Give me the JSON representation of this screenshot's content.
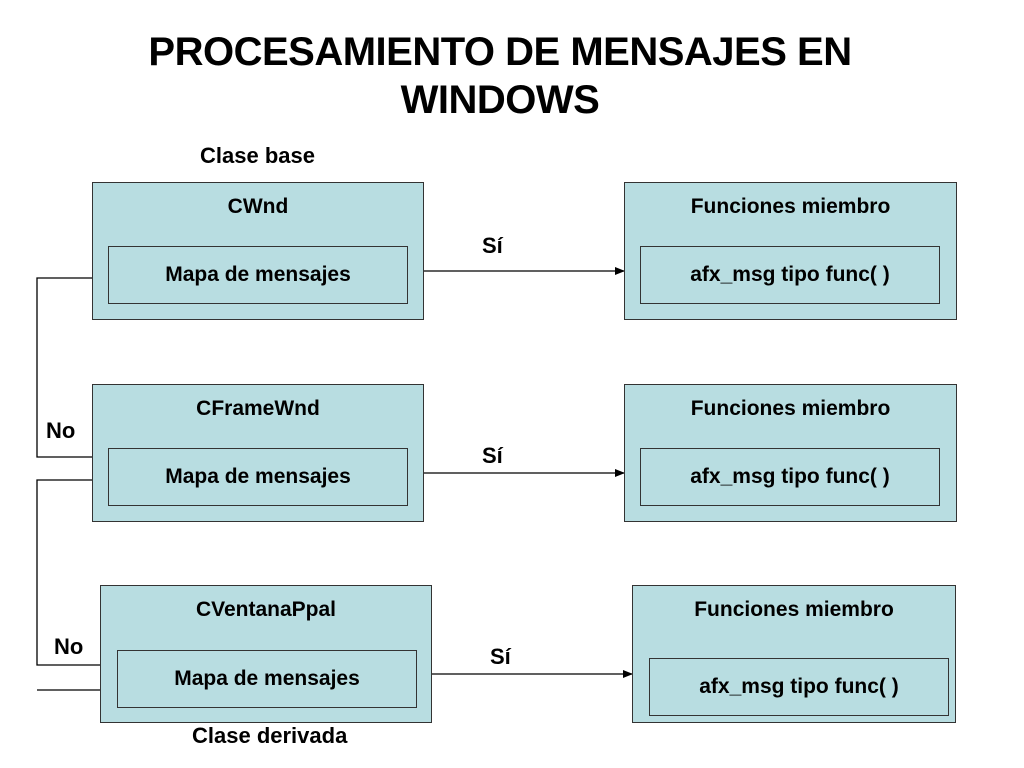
{
  "title": {
    "line1": "PROCESAMIENTO DE MENSAJES EN",
    "line2": "WINDOWS"
  },
  "labels": {
    "base": "Clase base",
    "derived": "Clase derivada",
    "yes": "Sí",
    "no": "No"
  },
  "rows": [
    {
      "class_name": "CWnd",
      "map_label": "Mapa de mensajes",
      "functions_title": "Funciones miembro",
      "function_label": "afx_msg tipo func( )"
    },
    {
      "class_name": "CFrameWnd",
      "map_label": "Mapa de mensajes",
      "functions_title": "Funciones miembro",
      "function_label": "afx_msg tipo func( )"
    },
    {
      "class_name": "CVentanaPpal",
      "map_label": "Mapa de mensajes",
      "functions_title": "Funciones miembro",
      "function_label": "afx_msg tipo func( )"
    }
  ],
  "colors": {
    "box_fill": "#b8dde1",
    "border": "#333333",
    "line": "#000000"
  }
}
